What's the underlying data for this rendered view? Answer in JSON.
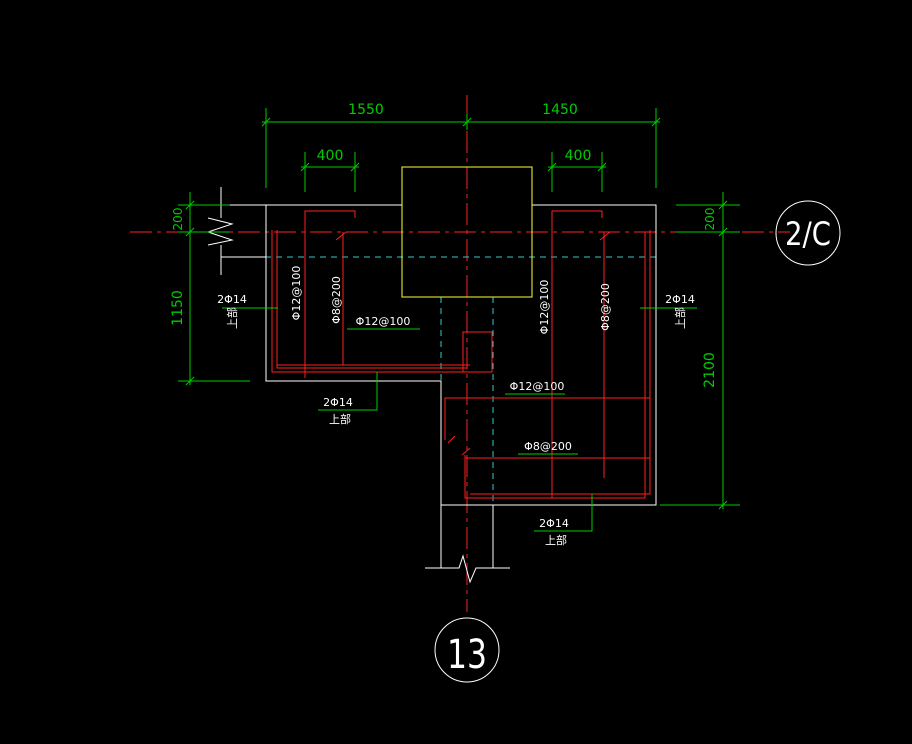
{
  "colors": {
    "background": "#000000",
    "dimension": "#00cc00",
    "outline": "#ffffff",
    "column": "#ffff33",
    "rebar": "#ff2020",
    "axis": "#ff2020",
    "hidden": "#33cccc"
  },
  "dimensions": {
    "top_left": "1550",
    "top_right": "1450",
    "small_left": "400",
    "small_right": "400",
    "left_top": "200",
    "left_height": "1150",
    "right_top": "200",
    "right_height": "2100"
  },
  "rebar_labels": {
    "v_left_a": "Φ12@100",
    "v_left_b": "Φ8@200",
    "v_right_a": "Φ12@100",
    "v_right_b": "Φ8@200",
    "h_left": "Φ12@100",
    "h_lower_a": "Φ12@100",
    "h_lower_b": "Φ8@200",
    "bar_left_qty": "2Φ14",
    "bar_left_pos": "上部",
    "bar_right_qty": "2Φ14",
    "bar_right_pos": "上部",
    "bar_mid_qty": "2Φ14",
    "bar_mid_pos": "上部",
    "bar_bot_qty": "2Φ14",
    "bar_bot_pos": "上部"
  },
  "axes": {
    "horizontal": "2/C",
    "vertical": "13"
  }
}
